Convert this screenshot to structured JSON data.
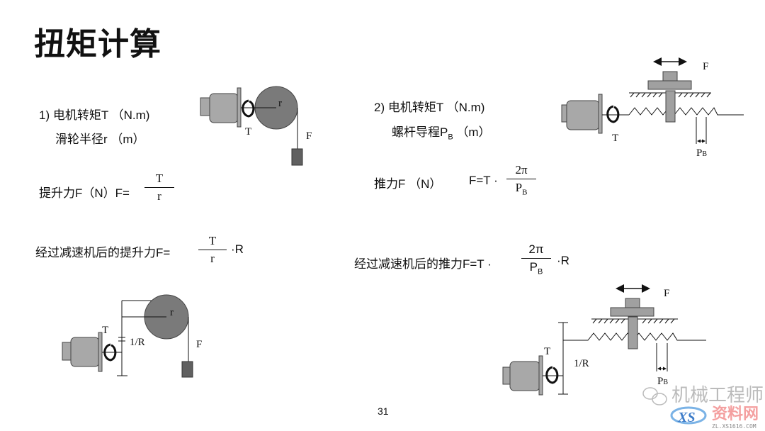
{
  "title": "扭矩计算",
  "left": {
    "line1": "1) 电机转矩T （N.m)",
    "line2": "滑轮半径r （m）",
    "force_label": "提升力F（N）F=",
    "force_frac": {
      "num": "T",
      "den": "r"
    },
    "reducer_label": "经过减速机后的提升力F=",
    "reducer_frac": {
      "num": "T",
      "den": "r"
    },
    "reducer_suffix": "·R",
    "diagram_labels": {
      "r": "r",
      "T": "T",
      "F": "F",
      "ratio": "1/R"
    }
  },
  "right": {
    "line1": "2) 电机转矩T （N.m)",
    "line2": "螺杆导程P",
    "line2_sub": "B",
    "line2_unit": " （m）",
    "force_label": "推力F （N）",
    "force_eq": "F=T ·",
    "force_frac": {
      "num": "2π",
      "den": "P",
      "den_sub": "B"
    },
    "reducer_label": "经过减速机后的推力F=T ·",
    "reducer_frac": {
      "num": "2π",
      "den": "P",
      "den_sub": "B"
    },
    "reducer_suffix": "·R",
    "diagram_labels": {
      "F": "F",
      "T": "T",
      "PB": "P",
      "PB_sub": "B",
      "ratio": "1/R"
    }
  },
  "page_number": "31",
  "watermark": {
    "text": "机械工程师",
    "logo": "资料网",
    "url": "ZL.XS1616.COM"
  },
  "colors": {
    "motor": "#a8a8a8",
    "pulley": "#7a7a7a",
    "weight": "#606060",
    "slider": "#a0a0a0"
  }
}
